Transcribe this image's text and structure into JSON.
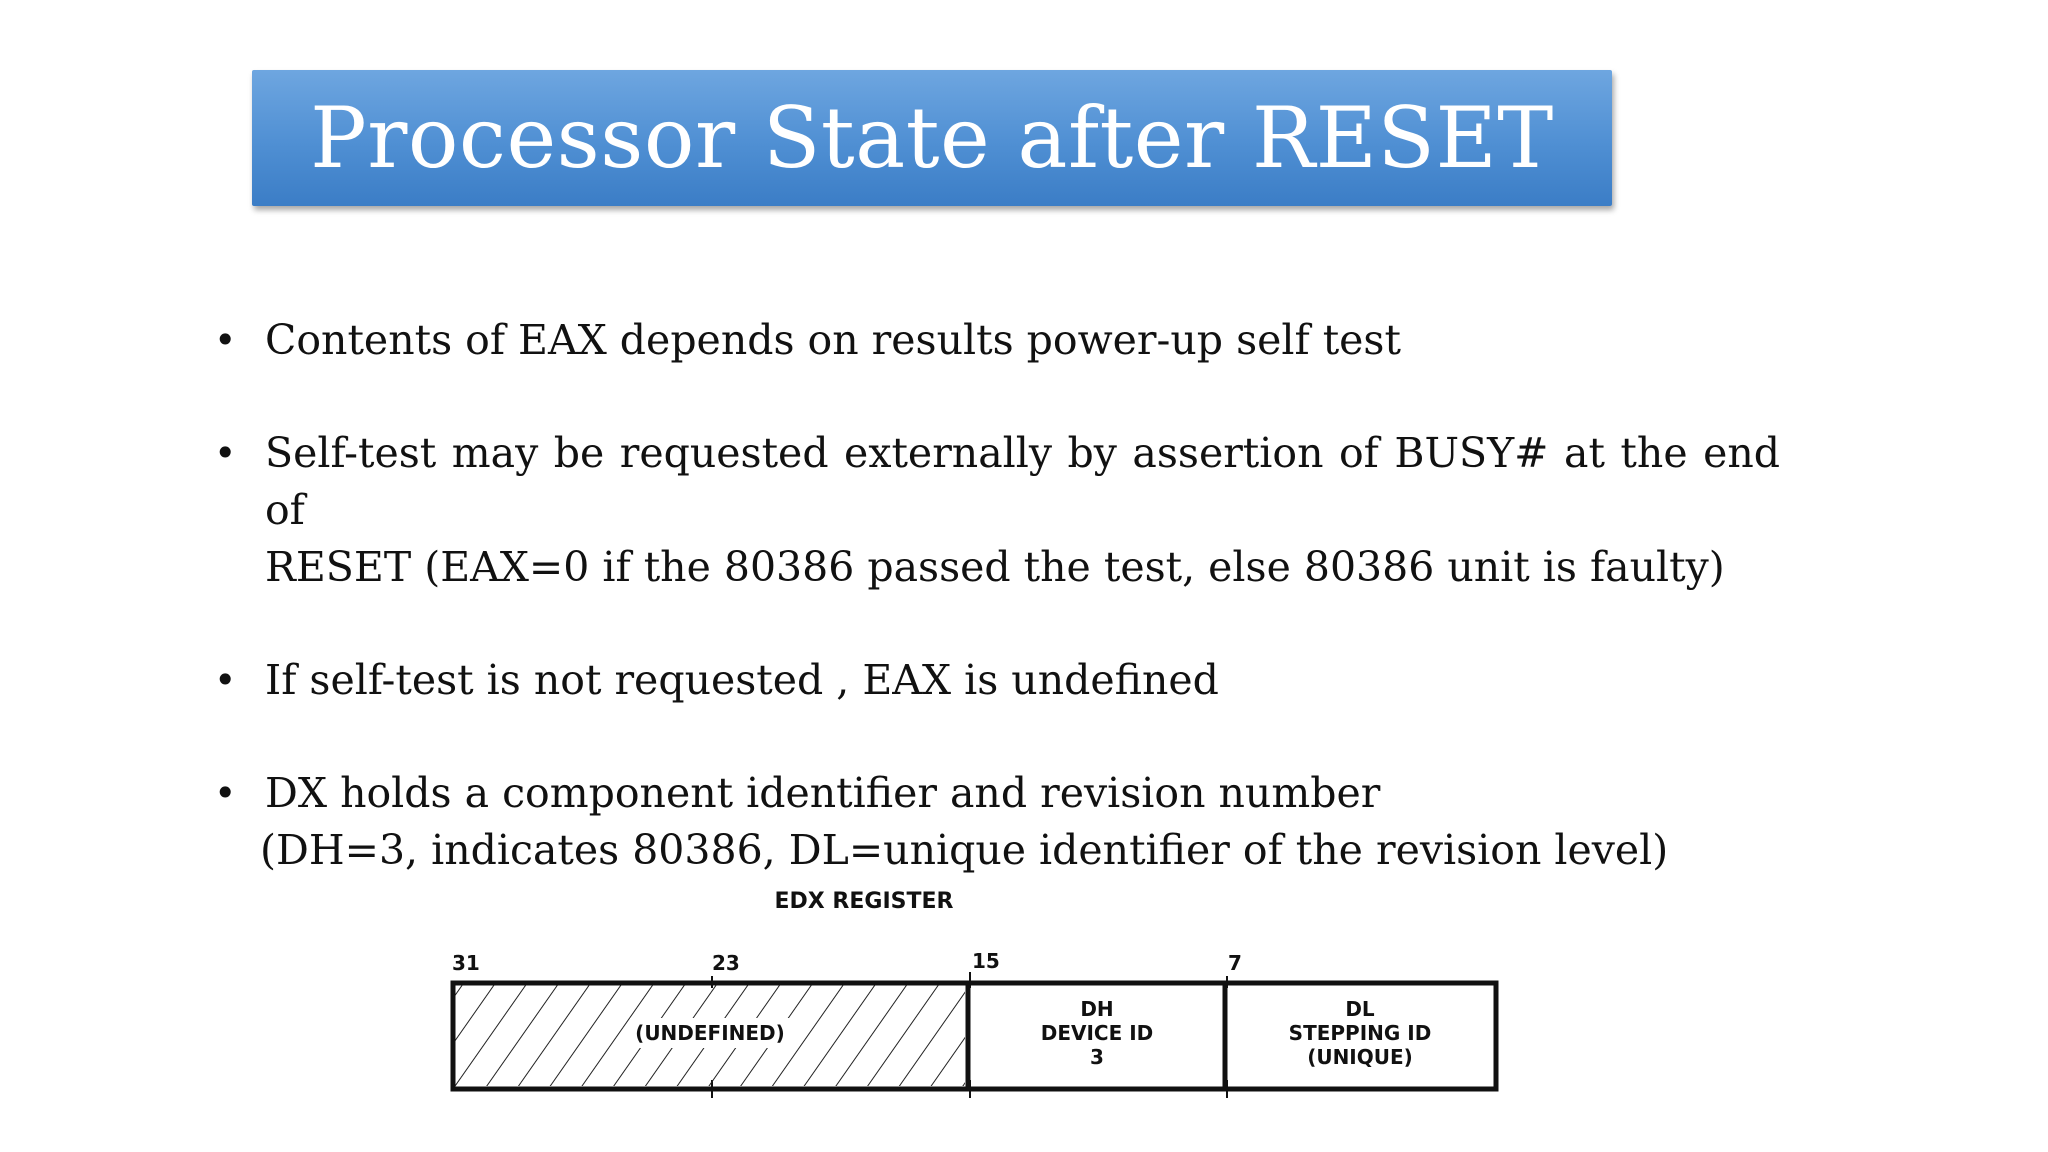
{
  "slide": {
    "title": "Processor State after RESET",
    "bullets": [
      {
        "lines": [
          "Contents of EAX depends on results power-up self test"
        ]
      },
      {
        "lines": [
          "Self-test may be requested externally by assertion of BUSY# at the end of",
          "RESET (EAX=0 if the 80386 passed the test, else 80386 unit is faulty)"
        ]
      },
      {
        "lines": [
          "If self-test is not requested , EAX is undefined"
        ]
      },
      {
        "lines": [
          "DX holds a component identifier and revision number",
          "(DH=3, indicates 80386, DL=unique identifier of the revision level)"
        ]
      }
    ],
    "bullet_symbol": "•"
  },
  "edx_diagram": {
    "heading": "EDX REGISTER",
    "bit_labels": [
      "31",
      "23",
      "15",
      "7"
    ],
    "fields": [
      {
        "lines": [
          "(UNDEFINED)"
        ]
      },
      {
        "lines": [
          "DH",
          "DEVICE ID",
          "3"
        ]
      },
      {
        "lines": [
          "DL",
          "STEPPING ID",
          "(UNIQUE)"
        ]
      }
    ]
  },
  "colors": {
    "title_bar_top": "#6ea6e0",
    "title_bar_bottom": "#3b7dc6",
    "title_text": "#ffffff",
    "body_text": "#111111"
  }
}
